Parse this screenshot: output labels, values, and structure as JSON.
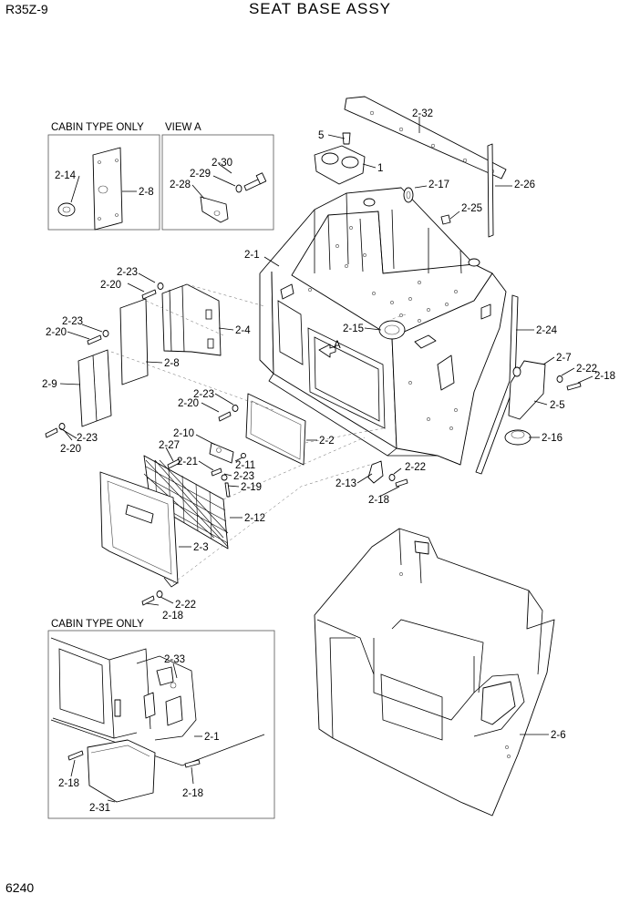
{
  "header": {
    "model": "R35Z-9",
    "title": "SEAT BASE ASSY",
    "page_number": "6240"
  },
  "insets": {
    "top_left_title": "CABIN TYPE ONLY",
    "view_a_title": "VIEW A",
    "bottom_left_title": "CABIN TYPE ONLY"
  },
  "view_marker": "A",
  "callouts": [
    "2-32",
    "5",
    "1",
    "2-17",
    "2-26",
    "2-25",
    "2-1",
    "2-14",
    "2-8",
    "2-30",
    "2-29",
    "2-28",
    "2-23",
    "2-20",
    "2-4",
    "2-23",
    "2-20",
    "2-8",
    "2-9",
    "2-20",
    "2-23",
    "2-15",
    "2-24",
    "2-7",
    "2-22",
    "2-18",
    "2-5",
    "2-23",
    "2-20",
    "2-16",
    "2-10",
    "2-27",
    "2-2",
    "2-21",
    "2-11",
    "2-23",
    "2-19",
    "2-22",
    "2-13",
    "2-18",
    "2-12",
    "2-3",
    "2-22",
    "2-18",
    "2-33",
    "2-1",
    "2-18",
    "2-31",
    "2-18",
    "2-6"
  ]
}
